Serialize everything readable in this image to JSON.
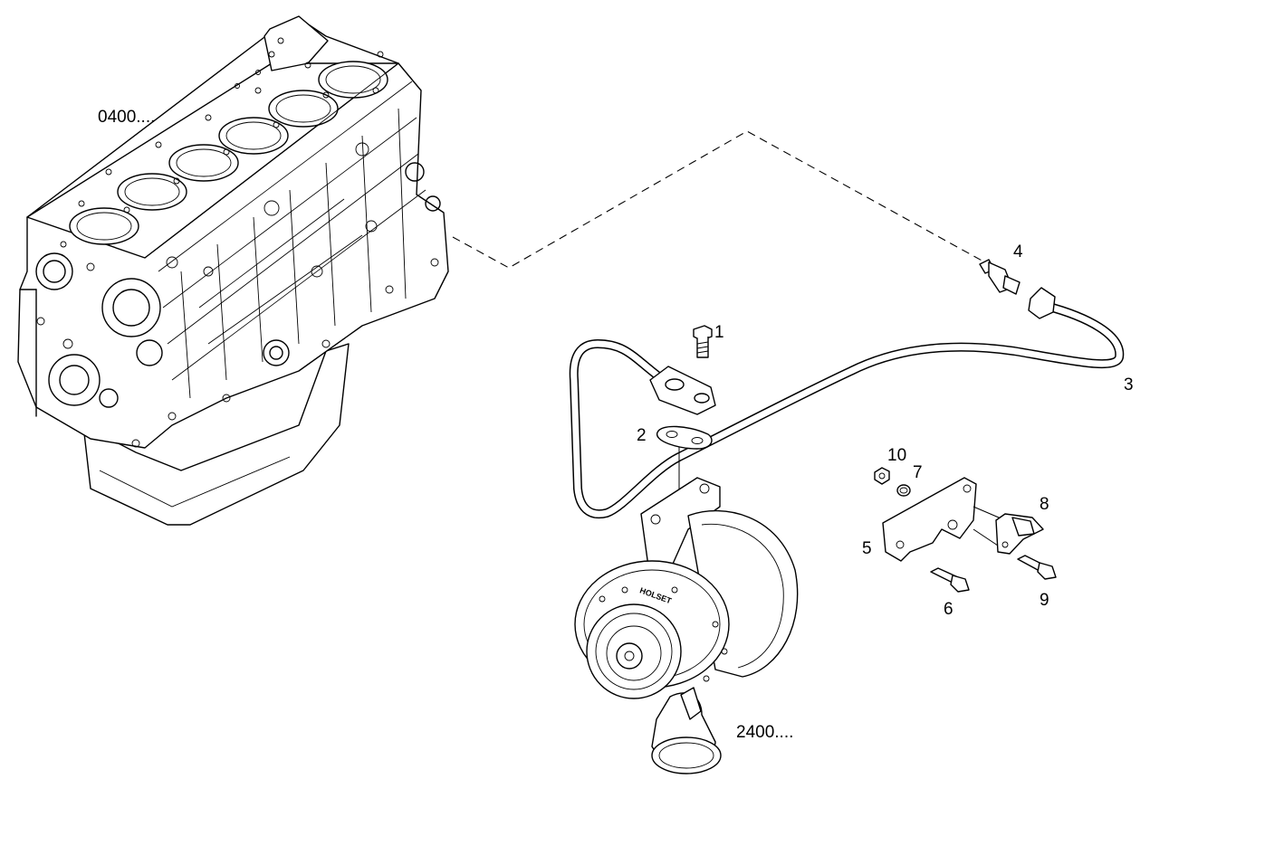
{
  "assembly_refs": {
    "engine_block": "0400....",
    "turbocharger": "2400...."
  },
  "callouts": {
    "c1": "1",
    "c2": "2",
    "c3": "3",
    "c4": "4",
    "c5": "5",
    "c6": "6",
    "c7": "7",
    "c8": "8",
    "c9": "9",
    "c10": "10"
  },
  "turbo_brand": "HOLSET"
}
